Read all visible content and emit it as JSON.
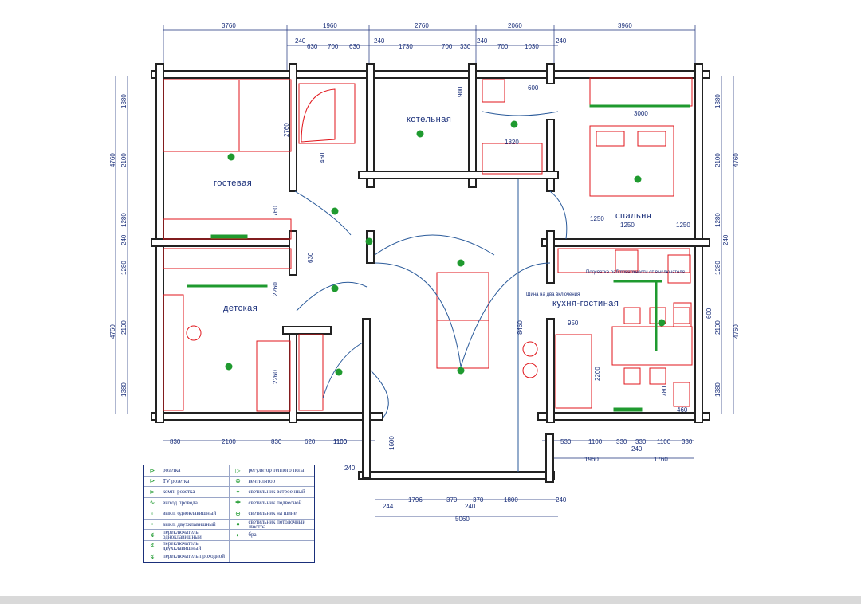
{
  "rooms": {
    "guest": "гостевая",
    "boiler": "котельная",
    "bedroom": "спальня",
    "kids": "детская",
    "kitchen": "кухня-гостиная"
  },
  "top_dims_outer": [
    "3760",
    "1960",
    "2760",
    "2060",
    "3960"
  ],
  "top_dims_inner": [
    "240",
    "630",
    "700",
    "630",
    "240",
    "1730",
    "700",
    "330",
    "240",
    "700",
    "1030",
    "240"
  ],
  "bottom_dims_left": [
    "830",
    "2100",
    "830",
    "620",
    "1100"
  ],
  "bottom_dims_right": [
    "530",
    "1100",
    "330",
    "330",
    "1100",
    "330",
    "240",
    "1960",
    "1760"
  ],
  "bottom_dims_center": [
    "244",
    "1796",
    "370",
    "240",
    "370",
    "1800",
    "240",
    "5060",
    "240"
  ],
  "left_dims": [
    "1380",
    "4760",
    "2100",
    "1280",
    "240",
    "1280",
    "4760",
    "2100",
    "1380"
  ],
  "right_dims": [
    "1380",
    "4760",
    "2100",
    "1280",
    "240",
    "1280",
    "4760",
    "2100",
    "1380"
  ],
  "inner_dims": [
    "2760",
    "1760",
    "2260",
    "2260",
    "630",
    "900",
    "600",
    "1820",
    "3000",
    "8460",
    "950",
    "2200",
    "600",
    "780",
    "460",
    "1100",
    "1600",
    "460",
    "1250",
    "1250",
    "1250"
  ],
  "notes": {
    "lighting_surface": "Подсветка раб.поверхности от выключателя",
    "two_lines": "Шина на два включения"
  },
  "legend": [
    [
      "розетка",
      "регулятор теплого пола"
    ],
    [
      "TV розетка",
      "вентилятор"
    ],
    [
      "комп. розетка",
      "светильник встроенный"
    ],
    [
      "выход провода",
      "светильник подвесной"
    ],
    [
      "выкл. одноклавишный",
      "светильник на шине"
    ],
    [
      "выкл. двухклавишный",
      "светильник потолочный люстра"
    ],
    [
      "переключатель одноклавишный",
      "бра"
    ],
    [
      "переключатель двухклавишный",
      ""
    ],
    [
      "переключатель проходной",
      ""
    ]
  ],
  "legend_icons": [
    [
      "socket-icon",
      "floor-heating-regulator-icon"
    ],
    [
      "tv-socket-icon",
      "fan-icon"
    ],
    [
      "computer-socket-icon",
      "recessed-light-icon"
    ],
    [
      "wire-outlet-icon",
      "pendant-light-icon"
    ],
    [
      "single-switch-icon",
      "track-light-icon"
    ],
    [
      "double-switch-icon",
      "ceiling-chandelier-icon"
    ],
    [
      "single-changeover-switch-icon",
      "wall-sconce-icon"
    ],
    [
      "double-changeover-switch-icon",
      ""
    ],
    [
      "pass-through-switch-icon",
      ""
    ]
  ],
  "colors": {
    "walls": "#222222",
    "dimensions": "#1a2f7a",
    "furniture": "#e0161b",
    "electrical": "#1f9a2f",
    "doors": "#2a5a9a"
  }
}
